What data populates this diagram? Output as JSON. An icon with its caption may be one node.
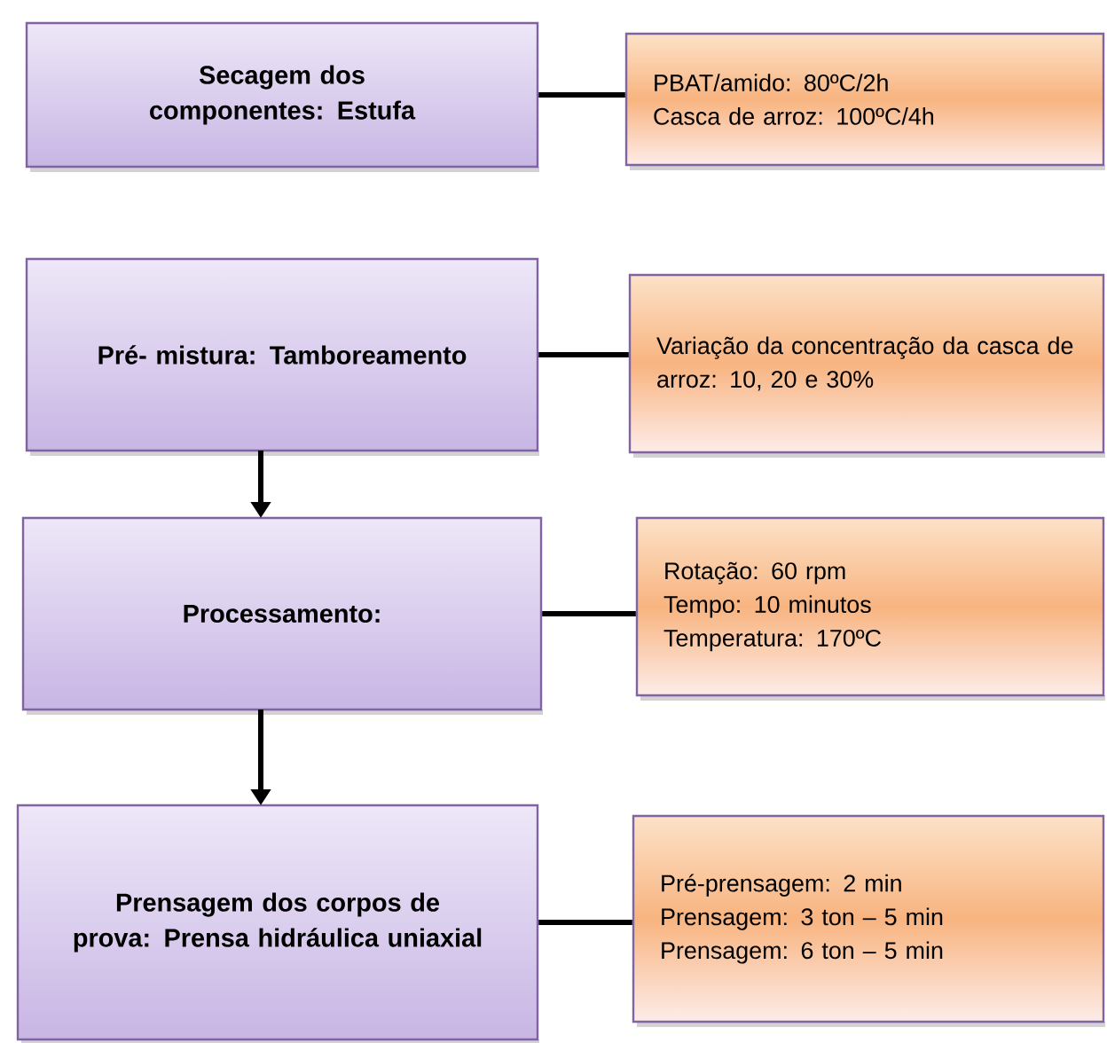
{
  "diagram": {
    "nodes": [
      {
        "text": [
          "Secagem dos componentes: Estufa"
        ]
      },
      {
        "text": [
          "PBAT/amido: 80ºC/2h",
          "Casca de arroz: 100ºC/4h"
        ]
      },
      {
        "text": [
          "Pré- mistura: Tamboreamento"
        ]
      },
      {
        "text": [
          "Variação da concentração da casca de arroz: 10, 20 e 30%"
        ]
      },
      {
        "text": [
          "Processamento:"
        ]
      },
      {
        "text": [
          "Rotação: 60 rpm",
          "Tempo: 10 minutos",
          "Temperatura: 170ºC"
        ]
      },
      {
        "text": [
          "Prensagem dos corpos de prova: Prensa hidráulica uniaxial"
        ]
      },
      {
        "text": [
          "Pré-prensagem: 2 min",
          "Prensagem: 3 ton – 5 min",
          "Prensagem: 6 ton – 5 min"
        ]
      }
    ],
    "edges": [
      {
        "from": 0,
        "to": 1,
        "arrow": "none"
      },
      {
        "from": 2,
        "to": 3,
        "arrow": "none"
      },
      {
        "from": 2,
        "to": 4,
        "arrow": "to"
      },
      {
        "from": 4,
        "to": 5,
        "arrow": "none"
      },
      {
        "from": 4,
        "to": 6,
        "arrow": "to"
      },
      {
        "from": 6,
        "to": 7,
        "arrow": "none"
      }
    ]
  }
}
